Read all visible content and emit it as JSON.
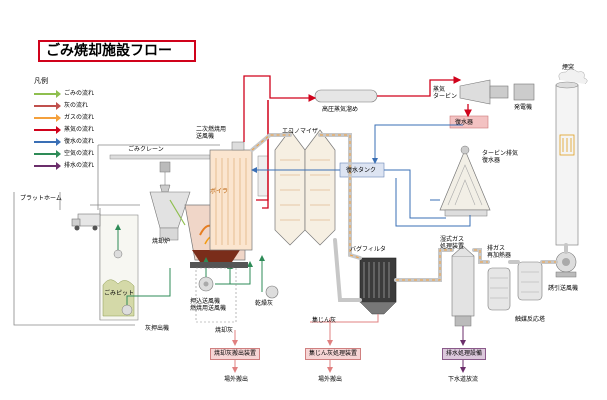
{
  "title": "ごみ焼却施設フロー",
  "legend": {
    "title": "凡例",
    "items": [
      {
        "label": "ごみの流れ",
        "color": "#8fbf4f"
      },
      {
        "label": "灰の流れ",
        "color": "#c0504d"
      },
      {
        "label": "ガスの流れ",
        "color": "#f4a03c"
      },
      {
        "label": "蒸気の流れ",
        "color": "#d0021b"
      },
      {
        "label": "復水の流れ",
        "color": "#3a6fb5"
      },
      {
        "label": "空気の流れ",
        "color": "#2e8b57"
      },
      {
        "label": "排水の流れ",
        "color": "#6b2e6b"
      }
    ]
  },
  "labels": {
    "gomi_crane": "ごみクレーン",
    "platform": "プラットホーム",
    "gomi_pit": "ごみピット",
    "secondary_air": "二次燃焼用\n送風機",
    "boiler": "ボイラ",
    "economizer": "エコノマイザ",
    "high_pressure_header": "高圧蒸気溜め",
    "turbine": "蒸気\nタービン",
    "generator": "発電機",
    "condenser_hot": "復水器",
    "condensate_tank": "復水タンク",
    "air_condenser": "タービン排気\n復水器",
    "chimney": "煙突",
    "incinerator": "焼却炉",
    "forced_draft_fan": "押込送風機\n燃焼用送風機",
    "ash_conveyor": "焼却灰",
    "bag_filter": "バグフィルタ",
    "fly_ash": "集じん灰",
    "wet_scrubber": "湿式ガス\n処理装置",
    "gas_reheater": "排ガス\n再加熱器",
    "catalyst": "触媒反応塔",
    "induced_fan": "誘引送風機",
    "ash_extruder": "灰押出機",
    "bottom_ash_box": "焼却灰搬出装置",
    "fly_ash_box": "集じん灰処理装置",
    "wastewater_box": "排水処理設備",
    "outside_1": "場外搬出",
    "outside_2": "場外搬出",
    "sewer": "下水道放流",
    "dryer_ash": "乾燥灰"
  }
}
